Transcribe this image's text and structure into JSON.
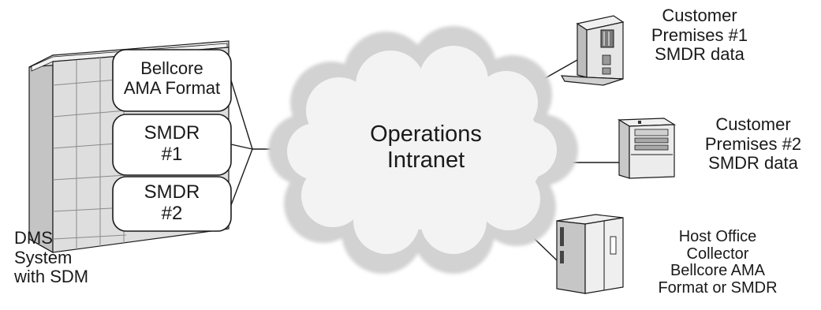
{
  "diagram": {
    "cloud": {
      "line1": "Operations",
      "line2": "Intranet"
    },
    "dms": {
      "line1": "DMS",
      "line2": "System",
      "line3": "with SDM",
      "boxes": [
        {
          "line1": "Bellcore",
          "line2": "AMA Format"
        },
        {
          "line1": "SMDR",
          "line2": "#1"
        },
        {
          "line1": "SMDR",
          "line2": "#2"
        }
      ]
    },
    "premises1": {
      "line1": "Customer",
      "line2": "Premises #1",
      "line3": "SMDR data"
    },
    "premises2": {
      "line1": "Customer",
      "line2": "Premises #2",
      "line3": "SMDR data"
    },
    "host": {
      "line1": "Host Office",
      "line2": "Collector",
      "line3": "Bellcore AMA",
      "line4": "Format or SMDR"
    }
  },
  "colors": {
    "stroke": "#1a1a1a",
    "cloud_fill": "#e6e6e6",
    "cabinet_fill": "#dcdcdc",
    "cabinet_side": "#c4c4c4",
    "device_fill": "#efefef"
  },
  "icons": [
    "dms-cabinet-icon",
    "tower-pc-icon",
    "desktop-pc-icon",
    "collector-cabinet-icon",
    "cloud-icon"
  ]
}
